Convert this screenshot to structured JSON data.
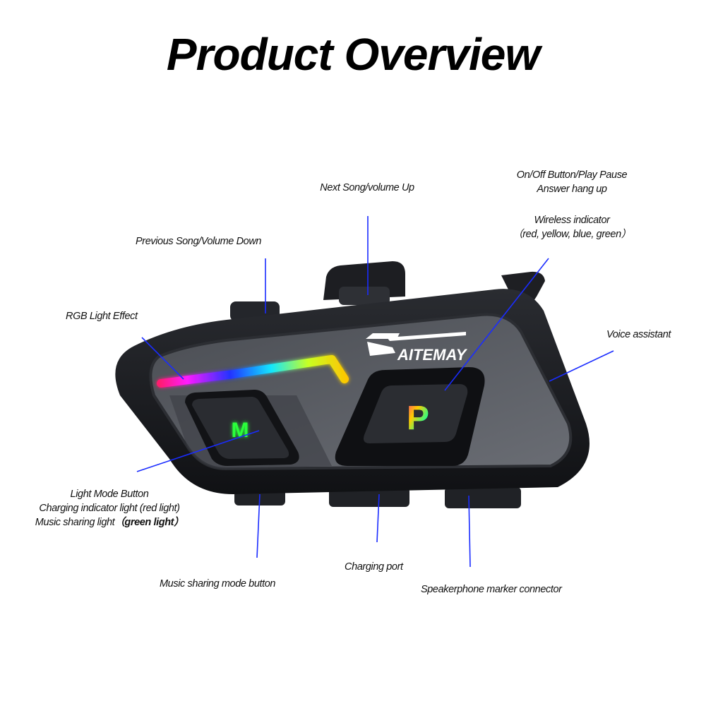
{
  "title": "Product Overview",
  "product": {
    "brand_logo": "AITEMAY",
    "m_button_glyph": "M",
    "p_button_glyph": "P"
  },
  "labels": {
    "next_song": "Next Song/volume Up",
    "on_off_line1": "On/Off Button/Play Pause",
    "on_off_line2": "Answer hang up",
    "wireless_line1": "Wireless indicator",
    "wireless_line2_prefix": "（red,  yellow,  blue,  green）",
    "previous_song": "Previous Song/Volume Down",
    "rgb_light": "RGB Light Effect",
    "voice_assistant": "Voice assistant",
    "light_mode_line1": "Light Mode Button",
    "light_mode_line2": "Charging indicator light (red light)",
    "light_mode_line3_prefix": "Music sharing light",
    "light_mode_line3_bold": "（green light）",
    "charging_port": "Charging port",
    "music_sharing": "Music sharing mode button",
    "speakerphone": "Speakerphone marker connector"
  },
  "colors": {
    "leader_line": "#1a2cff",
    "body": "#1b1c1f",
    "face": "#55585e",
    "m_glyph": "#2bff3a"
  }
}
